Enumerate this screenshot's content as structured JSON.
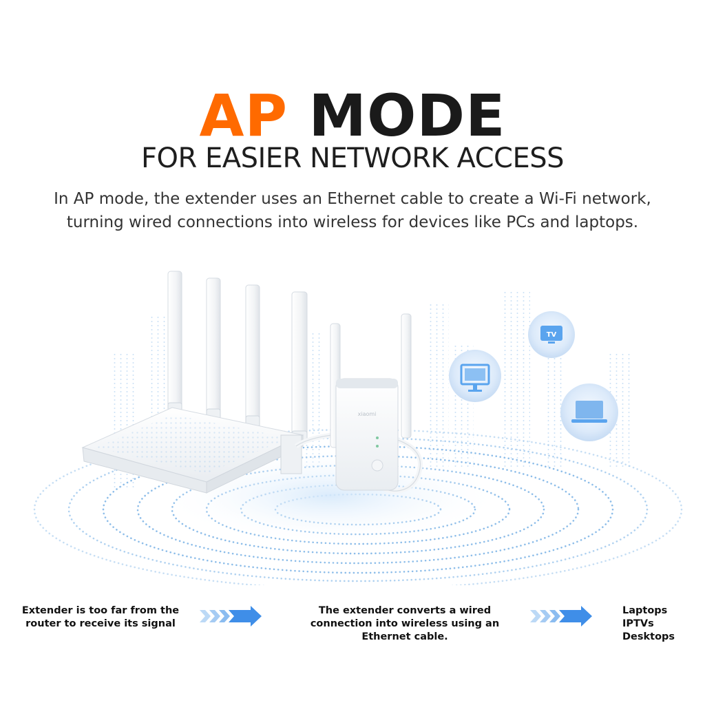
{
  "header": {
    "title_accent": "AP",
    "title_rest": "MODE",
    "subtitle": "FOR EASIER NETWORK ACCESS",
    "description_line1": "In AP mode, the extender uses an Ethernet cable to create a Wi-Fi network,",
    "description_line2": "turning wired connections into wireless for devices like PCs and laptops."
  },
  "scene": {
    "extender_brand": "xiaomi",
    "tv_icon_label": "TV"
  },
  "steps": {
    "step1": "Extender is too far from the router to receive its signal",
    "step2": "The extender converts a wired connection into wireless using an Ethernet cable.",
    "step3_items": [
      "Laptops",
      "IPTVs",
      "Desktops"
    ]
  },
  "colors": {
    "accent": "#ff6a00",
    "arrow_blue": "#3f8ee8",
    "icon_blue": "#5aa4ee",
    "wave_blue": "#7fb6ea"
  }
}
